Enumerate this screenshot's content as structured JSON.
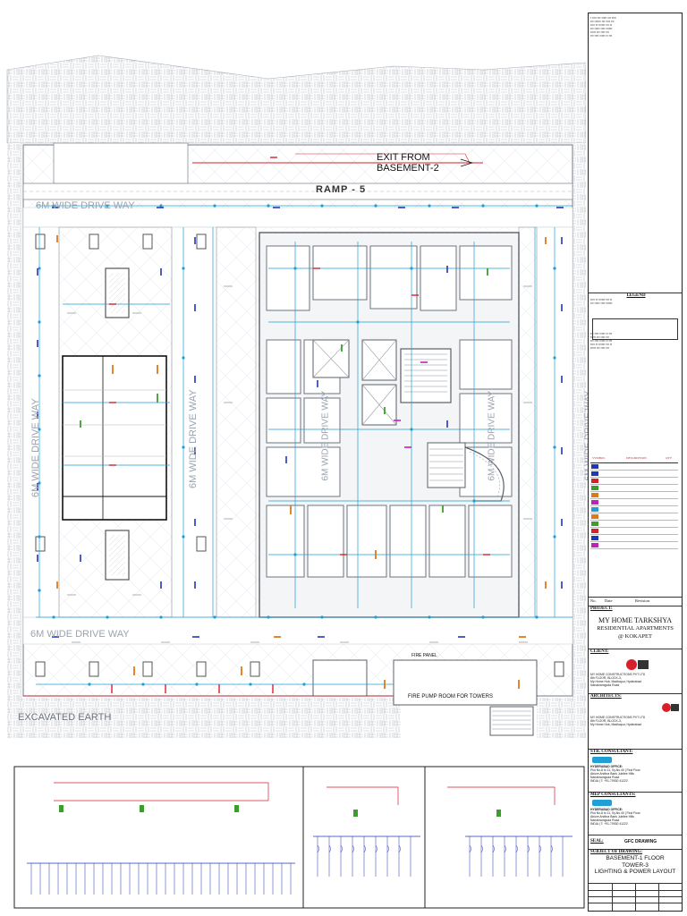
{
  "drawing": {
    "exit_label_line1": "EXIT FROM",
    "exit_label_line2": "BASEMENT-2",
    "ramp_label": "RAMP - 5",
    "drive_way_top": "6M WIDE DRIVE WAY",
    "drive_way_left": "6M WIDE DRIVE WAY",
    "drive_way_center": "6M WIDE DRIVE WAY",
    "drive_way_core": "6M WIDE DRIVE WAY",
    "drive_way_right": "6M WIDE DRIVE WAY",
    "drive_way_right_core": "6M WIDE DRIVE WAY",
    "drive_way_bottom": "6M WIDE DRIVE WAY",
    "excavated_earth": "EXCAVATED EARTH",
    "fire_pump_room": "FIRE PUMP ROOM FOR TOWERS",
    "fire_panel": "FIRE PANEL"
  },
  "title_block": {
    "legend_title": "LEGEND",
    "legend_header": [
      "SYMBOL",
      "DESCRIPTION",
      "QTY"
    ],
    "revision_cols": [
      "No.",
      "Date",
      "Revision"
    ],
    "project_label": "PROJECT:",
    "project_name_line1": "MY HOME TARKSHYA",
    "project_name_line2": "RESIDENTIAL APARTMENTS",
    "project_name_line3": "@ KOKAPET",
    "client_label": "CLIENT:",
    "client_name": "MY HOME CONSTRUCTIONS PVT LTD",
    "client_addr1": "8th FLOOR, BLOCK-3,",
    "client_addr2": "My Home Hub, Madhapur, Hyderabad",
    "client_addr3": "Nanakramguda Road",
    "architects_label": "ARCHITECTS:",
    "architect_name": "MY HOME CONSTRUCTIONS PVT LTD",
    "architect_addr1": "8th FLOOR, BLOCK-3,",
    "architect_addr2": "My Home Hub, Madhapur, Hyderabad",
    "str_consultant_label": "STR. CONSULTANT:",
    "str_office": "HYDERABAD OFFICE:",
    "str_addr1": "Plot No.8 to 11, Sy.No.40 | First Floor",
    "str_addr2": "Above Andhra Bank Jubilee Hills",
    "str_addr3": "Nanakramguda Road",
    "str_phone": "INDIA | T: +91-70930 41222",
    "mep_consultant_label": "MEP CONSULTANTS:",
    "mep_office": "HYDERABAD OFFICE:",
    "mep_addr1": "Plot No.8 to 11, Sy.No.40 | First Floor",
    "mep_addr2": "Above Andhra Bank Jubilee Hills",
    "mep_addr3": "Nanakramguda Road",
    "mep_phone": "INDIA | T: +91-70930 41222",
    "seal_label": "SEAL:",
    "gfc_label": "GFC DRAWING",
    "subject_label": "SUBJECT OF DRAWING:",
    "subject_line1": "BASEMENT-1 FLOOR",
    "subject_line2": "TOWER-3",
    "subject_line3": "LIGHTING & POWER LAYOUT"
  },
  "colors": {
    "grid_line": "#c9ced6",
    "wall": "#6e757e",
    "conduit": "#1f9fd6",
    "circuit_red": "#d8202a",
    "fixture_blue": "#2036b8",
    "fixture_orange": "#e07818",
    "fixture_green": "#3a9e2a",
    "fixture_magenta": "#c020c0",
    "client_logo": "#d8202a"
  }
}
